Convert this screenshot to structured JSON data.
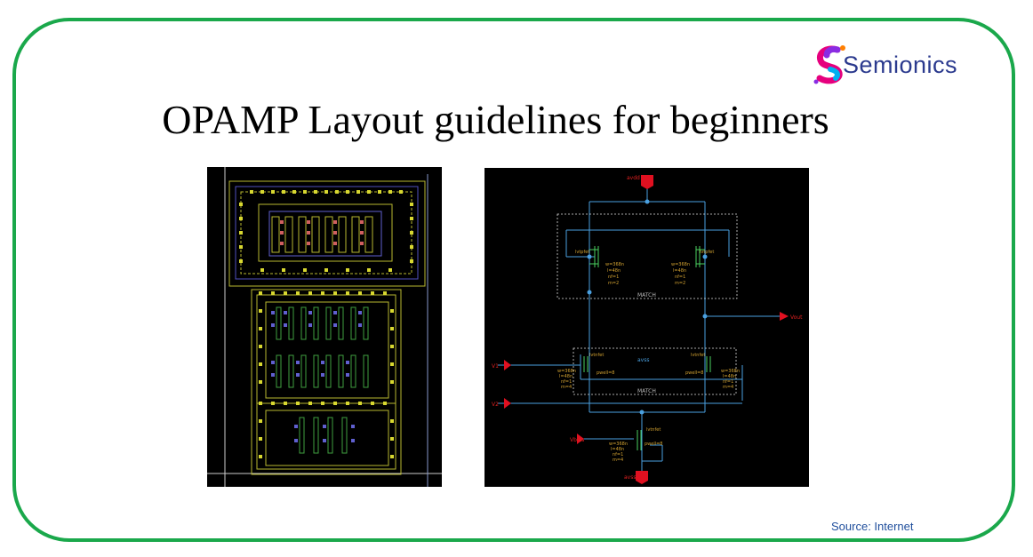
{
  "brand": {
    "name": "Semionics"
  },
  "title": "OPAMP Layout guidelines for beginners",
  "source": "Source: Internet",
  "schematic": {
    "pins": {
      "vdd": "avdd",
      "vout": "Vout",
      "v1": "V1",
      "v2": "V2",
      "vbias": "Vbias",
      "vss": "avss",
      "mid": "avss"
    },
    "match_label": "MATCH",
    "pmos_model": "lvtpfet",
    "nmos_model": "lvtnfet",
    "pmos_params": [
      "w=368n",
      "l=48n",
      "nf=1",
      "m=2"
    ],
    "nmos_params": [
      "w=368n",
      "l=48n",
      "nf=1",
      "m=4"
    ],
    "pwell": "pwell=8"
  },
  "colors": {
    "frame": "#1aa84b",
    "accent": "#2b3a8e"
  }
}
